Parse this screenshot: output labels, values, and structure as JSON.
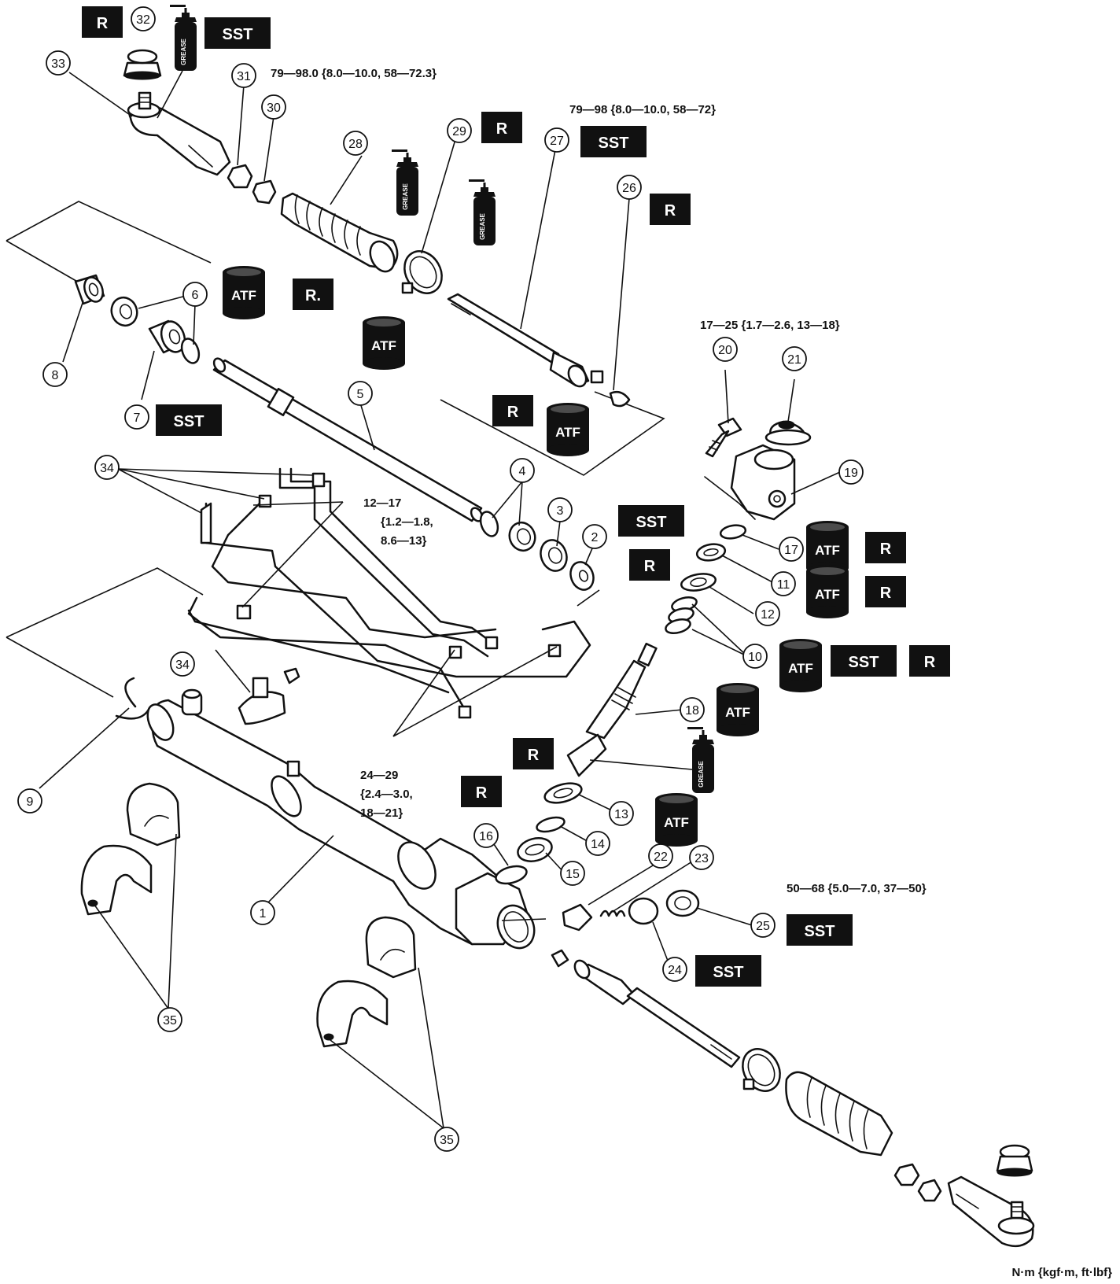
{
  "labels": {
    "sst": "SST",
    "r": "R",
    "r_dot": "R.",
    "atf": "ATF",
    "grease": "GREASE"
  },
  "torque_specs": {
    "t33": "79—98.0 {8.0—10.0, 58—72.3}",
    "t27": "79—98 {8.0—10.0, 58—72}",
    "t20": "17—25 {1.7—2.6, 13—18}",
    "t34_a": "12—17",
    "t34_b": "{1.2—1.8,",
    "t34_c": "8.6—13}",
    "t24_29_a": "24—29",
    "t24_29_b": "{2.4—3.0,",
    "t24_29_c": "18—21}",
    "t25": "50—68 {5.0—7.0, 37—50}"
  },
  "units": "N·m {kgf·m, ft·lbf}",
  "callouts": [
    "1",
    "2",
    "3",
    "4",
    "5",
    "6",
    "7",
    "8",
    "9",
    "10",
    "11",
    "12",
    "13",
    "14",
    "15",
    "16",
    "17",
    "18",
    "19",
    "20",
    "21",
    "22",
    "23",
    "24",
    "25",
    "26",
    "27",
    "28",
    "29",
    "30",
    "31",
    "32",
    "33",
    "34",
    "35"
  ],
  "colors": {
    "ink": "#111111",
    "paper": "#ffffff"
  }
}
